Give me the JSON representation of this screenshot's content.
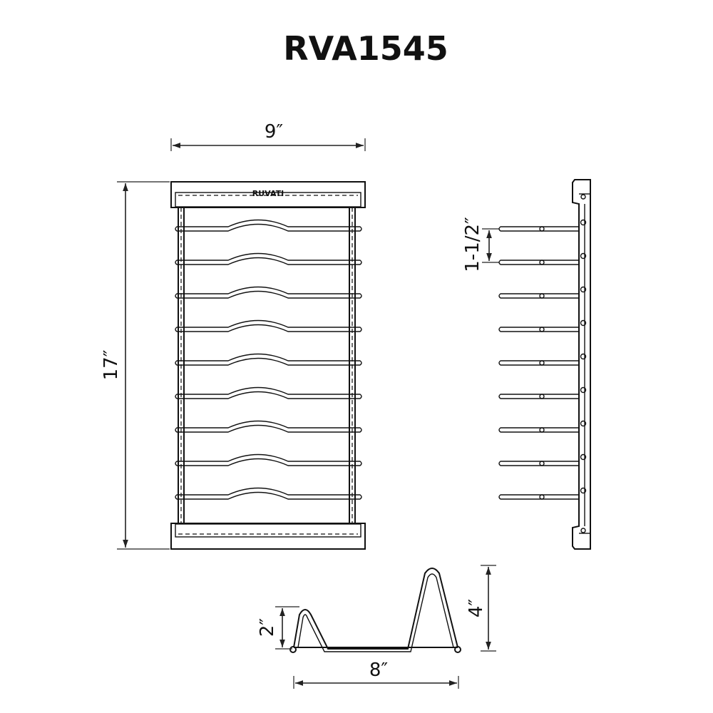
{
  "title": "RVA1545",
  "brand_logo": "RUVATI",
  "dimensions": {
    "width": "9″",
    "height": "17″",
    "spacing": "1-1/2″",
    "short_side": "2″",
    "tall_side": "4″",
    "base": "8″"
  },
  "rack": {
    "rod_count": 9
  }
}
